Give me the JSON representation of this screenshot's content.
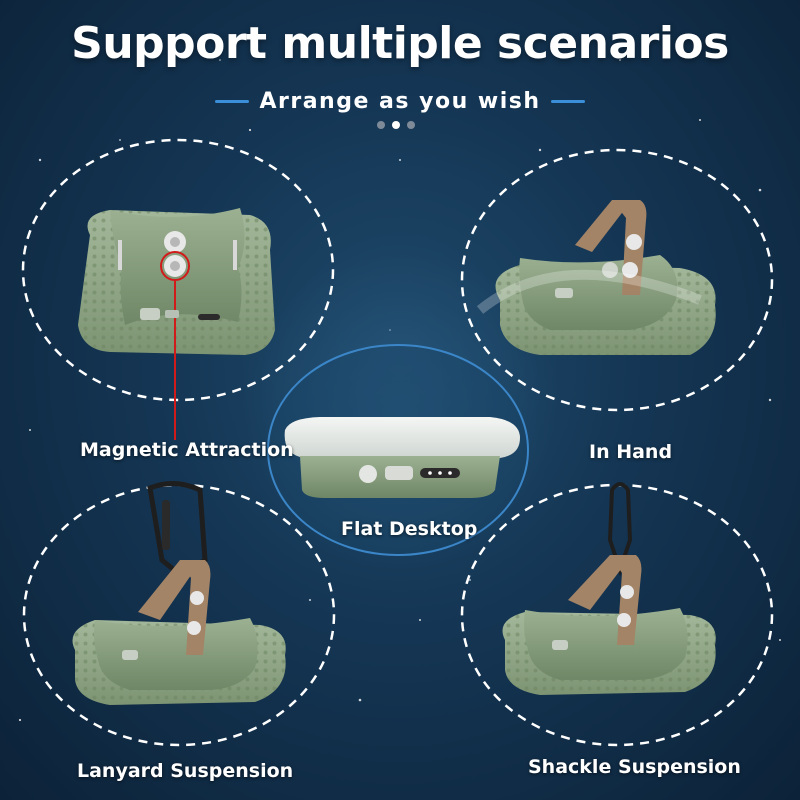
{
  "header": {
    "title": "Support multiple scenarios",
    "subtitle": "Arrange as you wish",
    "carousel_dots": 3,
    "carousel_active_index": 1
  },
  "scenarios": [
    {
      "id": "magnetic",
      "label": "Magnetic Attraction"
    },
    {
      "id": "hand",
      "label": "In Hand"
    },
    {
      "id": "flat",
      "label": "Flat Desktop"
    },
    {
      "id": "lanyard",
      "label": "Lanyard Suspension"
    },
    {
      "id": "shackle",
      "label": "Shackle Suspension"
    }
  ],
  "colors": {
    "background": "#143553",
    "accent_line": "#3a8fd8",
    "device_green": "#8fa785",
    "strap_brown": "#a48466",
    "dashed_ring": "#ffffff",
    "magnet_line": "#d11a1a"
  }
}
